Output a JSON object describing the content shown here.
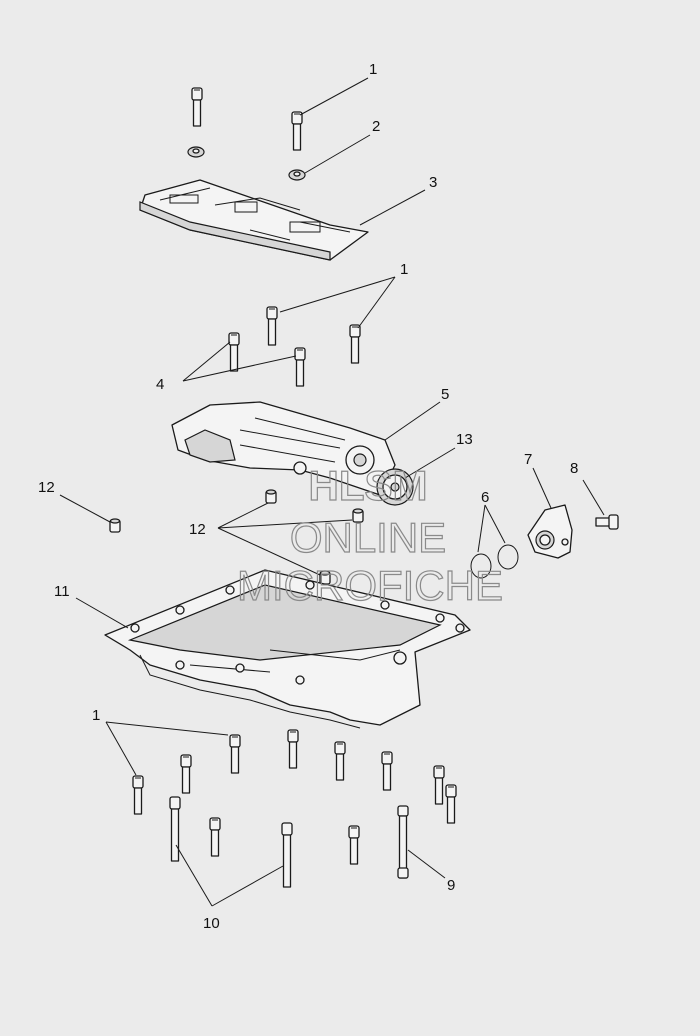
{
  "diagram": {
    "callouts": {
      "c1_top": "1",
      "c2": "2",
      "c3": "3",
      "c1_mid": "1",
      "c4": "4",
      "c5": "5",
      "c13": "13",
      "c7": "7",
      "c8": "8",
      "c6": "6",
      "c12_left": "12",
      "c12_mid": "12",
      "c11": "11",
      "c1_bottom": "1",
      "c9": "9",
      "c10": "10"
    },
    "watermark": {
      "line1": "HLSM",
      "line2": "ONLINE",
      "line3": "MICROFICHE"
    }
  },
  "colors": {
    "background": "#ebebeb",
    "line": "#1a1a1a",
    "watermark": "#8a8a8a"
  }
}
